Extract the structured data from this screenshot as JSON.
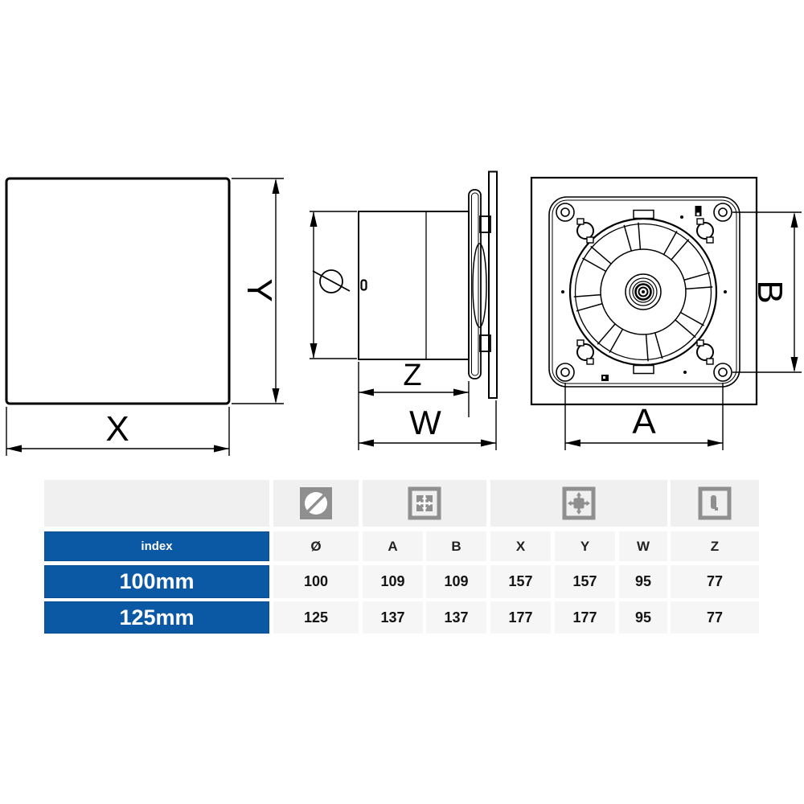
{
  "diagram": {
    "description": "extractor fan dimension drawing, three views",
    "dimension_labels": {
      "x": "X",
      "y": "Y",
      "z": "Z",
      "w": "W",
      "a": "A",
      "b": "B"
    },
    "diameter_symbol": "Ø"
  },
  "table": {
    "index_header": "index",
    "column_labels": [
      "Ø",
      "A",
      "B",
      "X",
      "Y",
      "W",
      "Z"
    ],
    "header_icons": [
      "diameter-icon",
      "inner-frame-dimensions-icon",
      "outer-dimensions-icon",
      "depth-profile-icon"
    ],
    "rows": [
      {
        "index": "100mm",
        "values": [
          "100",
          "109",
          "109",
          "157",
          "157",
          "95",
          "77"
        ]
      },
      {
        "index": "125mm",
        "values": [
          "125",
          "137",
          "137",
          "177",
          "177",
          "95",
          "77"
        ]
      }
    ]
  },
  "colors": {
    "accent_blue": "#0b58a5",
    "cell_gray": "#f5f5f5",
    "icon_gray": "#8f8f8f",
    "line_black": "#000000"
  }
}
